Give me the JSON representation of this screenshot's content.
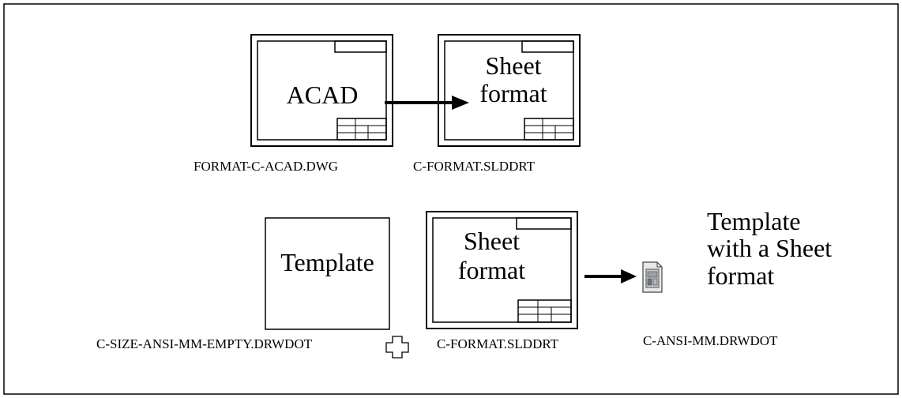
{
  "top_row": {
    "acad_sheet": {
      "label": "ACAD",
      "filename": "FORMAT-C-ACAD.DWG"
    },
    "converted_sheet": {
      "label_line1": "Sheet",
      "label_line2": "format",
      "filename": "C-FORMAT.SLDDRT"
    }
  },
  "bottom_row": {
    "template_box": {
      "label": "Template",
      "filename": "C-SIZE-ANSI-MM-EMPTY.DRWDOT"
    },
    "sheet_format": {
      "label_line1": "Sheet",
      "label_line2": "format",
      "filename": "C-FORMAT.SLDDRT"
    },
    "result": {
      "label_line1": "Template",
      "label_line2": "with a Sheet",
      "label_line3": "format",
      "filename": "C-ANSI-MM.DRWDOT"
    }
  },
  "icons": {
    "plus": "plus-outline-icon",
    "arrow": "right-arrow-icon",
    "template_file": "drawing-template-file-icon"
  }
}
